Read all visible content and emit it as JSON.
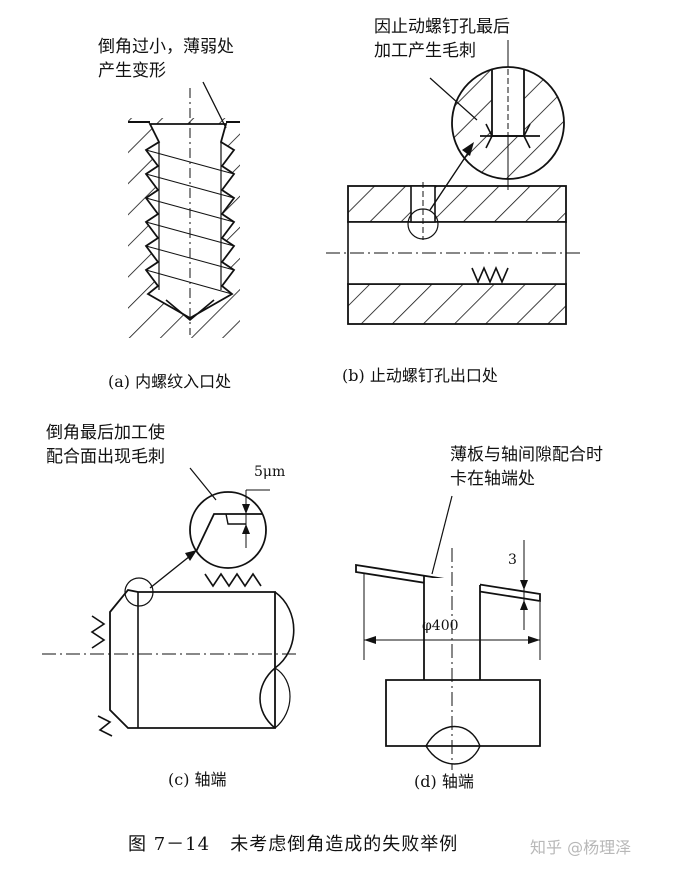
{
  "panels": {
    "a": {
      "note_line1": "倒角过小，薄弱处",
      "note_line2": "产生变形",
      "caption": "(a) 内螺纹入口处"
    },
    "b": {
      "note_line1": "因止动螺钉孔最后",
      "note_line2": "加工产生毛刺",
      "caption": "(b) 止动螺钉孔出口处"
    },
    "c": {
      "note_line1": "倒角最后加工使",
      "note_line2": "配合面出现毛刺",
      "dim_label": "5μm",
      "caption": "(c) 轴端"
    },
    "d": {
      "note_line1": "薄板与轴间隙配合时",
      "note_line2": "卡在轴端处",
      "dim_diameter": "φ400",
      "dim_gap": "3",
      "caption": "(d) 轴端"
    }
  },
  "figure_caption": "图 7－14   未考虑倒角造成的失败举例",
  "watermark": "知乎 @杨理泽"
}
